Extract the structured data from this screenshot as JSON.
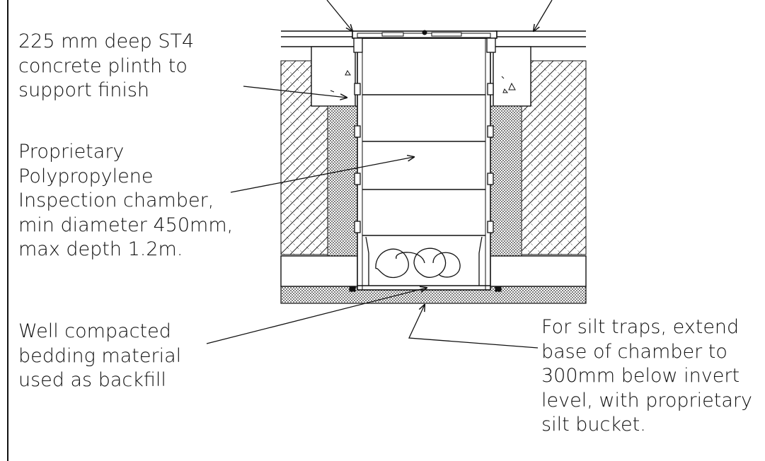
{
  "notes": {
    "plinth": [
      "225 mm deep ST4",
      "concrete plinth to",
      "support finish"
    ],
    "chamber": [
      "Proprietary",
      "Polypropylene",
      "Inspection chamber,",
      "min diameter 450mm,",
      "max depth 1.2m."
    ],
    "bedding": [
      "Well compacted",
      "bedding material",
      "used as backfill"
    ],
    "silt": [
      "For silt traps, extend",
      "base of chamber to",
      "300mm below invert",
      "level, with proprietary",
      "silt bucket."
    ]
  },
  "colors": {
    "ink": "#111111",
    "bedding_fill": "#555555",
    "paper": "#ffffff"
  }
}
